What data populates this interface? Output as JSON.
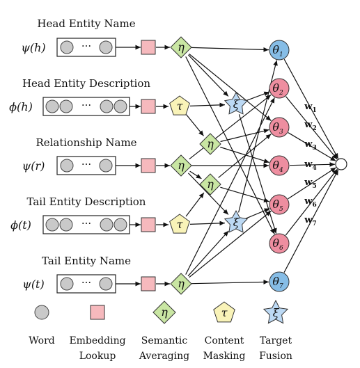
{
  "rows": [
    {
      "title": "Head Entity Name",
      "symbol": "ψ(h)",
      "circles": "short",
      "op": "eta"
    },
    {
      "title": "Head Entity Description",
      "symbol": "ϕ(h)",
      "circles": "long",
      "op": "tau"
    },
    {
      "title": "Relationship Name",
      "symbol": "ψ(r)",
      "circles": "short",
      "op": "eta"
    },
    {
      "title": "Tail Entity Description",
      "symbol": "ϕ(t)",
      "circles": "long",
      "op": "tau"
    },
    {
      "title": "Tail Entity Name",
      "symbol": "ψ(t)",
      "circles": "short",
      "op": "eta"
    }
  ],
  "ellipsis": "···",
  "symbols": {
    "eta": "η",
    "tau": "τ",
    "xi": "ξ",
    "theta": "θ"
  },
  "thetas": [
    "1",
    "2",
    "3",
    "4",
    "5",
    "6",
    "7"
  ],
  "weights": [
    "1",
    "2",
    "3",
    "4",
    "5",
    "6",
    "7"
  ],
  "weight_letter": "w",
  "legend": [
    {
      "shape": "circle",
      "line1": "Word",
      "line2": ""
    },
    {
      "shape": "square",
      "line1": "Embedding",
      "line2": "Lookup"
    },
    {
      "shape": "diamond",
      "line1": "Semantic",
      "line2": "Averaging"
    },
    {
      "shape": "pentagon",
      "line1": "Content",
      "line2": "Masking"
    },
    {
      "shape": "star",
      "line1": "Target",
      "line2": "Fusion"
    }
  ],
  "colors": {
    "word_fill": "#c9c9c9",
    "embed_fill": "#f6b9bd",
    "diamond_fill": "#c9e6a3",
    "pentagon_fill": "#f9f3b8",
    "star_fill": "#bcd9f4",
    "theta_blue": "#86bde6",
    "theta_red": "#ee8ea0",
    "output_fill": "#ffffff"
  }
}
